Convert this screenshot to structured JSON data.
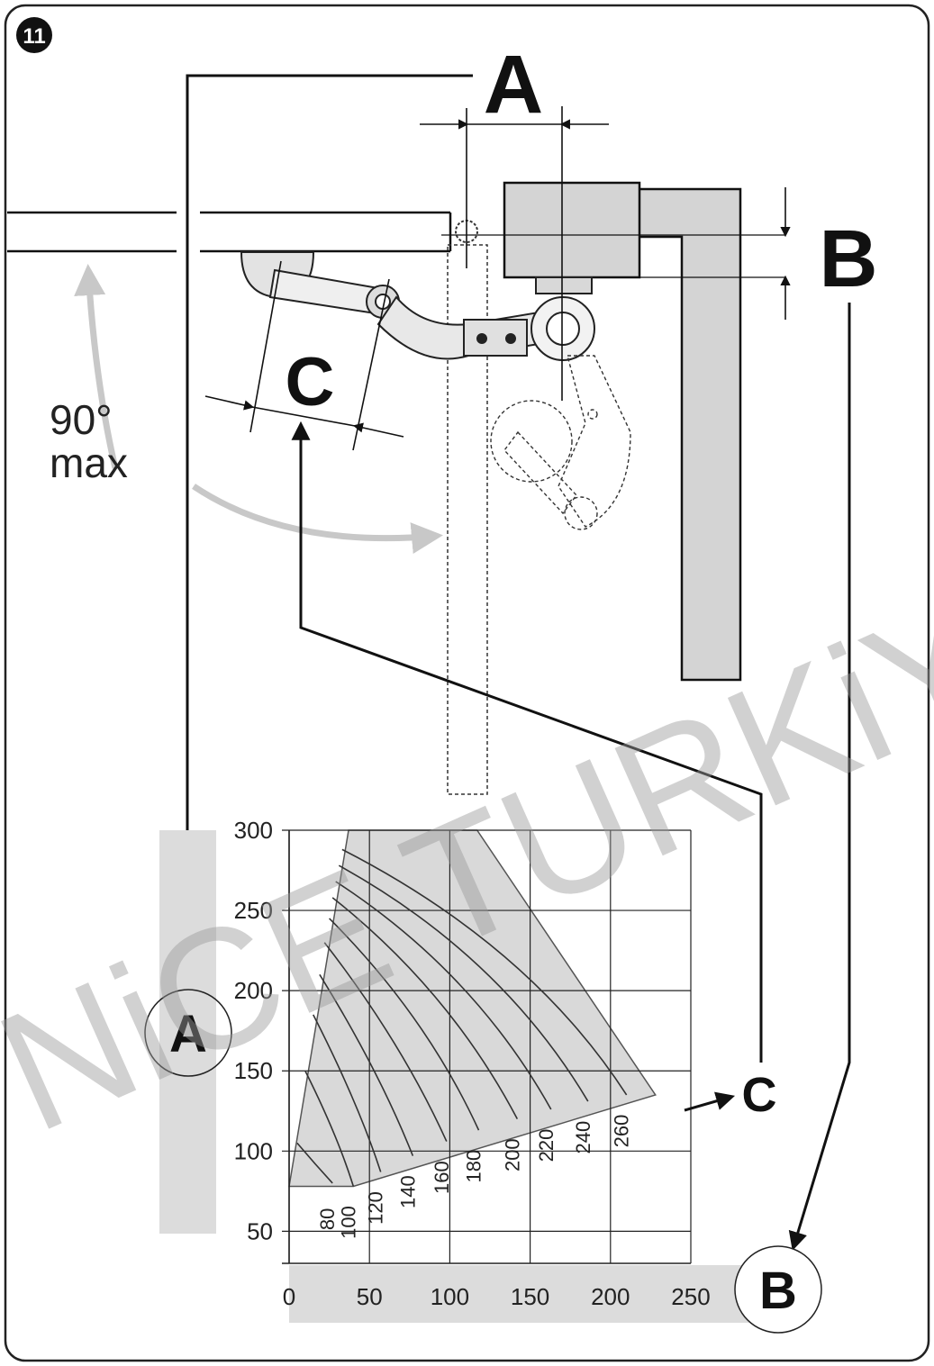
{
  "figure": {
    "number": "11"
  },
  "labels": {
    "A": "A",
    "B": "B",
    "C": "C"
  },
  "angle": {
    "value": "90°",
    "qualifier": "max"
  },
  "watermark": "NiCE TURKiYE",
  "chart_data": {
    "type": "area",
    "title": "",
    "xlabel": "B",
    "ylabel": "A",
    "xlim": [
      0,
      260
    ],
    "ylim": [
      30,
      300
    ],
    "x_ticks": [
      0,
      50,
      100,
      150,
      200,
      250
    ],
    "y_ticks": [
      50,
      100,
      150,
      200,
      250,
      300
    ],
    "x_tick_labels": [
      "0",
      "50",
      "100",
      "150",
      "200",
      "250"
    ],
    "y_tick_labels": [
      "50",
      "100",
      "150",
      "200",
      "250",
      "300"
    ],
    "grid": true,
    "region": {
      "polygon": [
        [
          0,
          78
        ],
        [
          37,
          300
        ],
        [
          117,
          300
        ],
        [
          228,
          135
        ],
        [
          40,
          78
        ]
      ],
      "color": "#d9d9d9"
    },
    "curves_parameter": "C",
    "curves": [
      {
        "label": "80",
        "points": [
          [
            5,
            105
          ],
          [
            16,
            92
          ],
          [
            27,
            80
          ]
        ]
      },
      {
        "label": "100",
        "points": [
          [
            10,
            150
          ],
          [
            30,
            110
          ],
          [
            40,
            78
          ]
        ]
      },
      {
        "label": "120",
        "points": [
          [
            15,
            185
          ],
          [
            43,
            130
          ],
          [
            57,
            87
          ]
        ]
      },
      {
        "label": "140",
        "points": [
          [
            19,
            210
          ],
          [
            56,
            150
          ],
          [
            77,
            97
          ]
        ]
      },
      {
        "label": "160",
        "points": [
          [
            22,
            230
          ],
          [
            70,
            168
          ],
          [
            98,
            106
          ]
        ]
      },
      {
        "label": "180",
        "points": [
          [
            25,
            245
          ],
          [
            85,
            185
          ],
          [
            118,
            113
          ]
        ]
      },
      {
        "label": "200",
        "points": [
          [
            27,
            258
          ],
          [
            100,
            200
          ],
          [
            142,
            120
          ]
        ]
      },
      {
        "label": "220",
        "points": [
          [
            29,
            268
          ],
          [
            115,
            212
          ],
          [
            163,
            126
          ]
        ]
      },
      {
        "label": "240",
        "points": [
          [
            31,
            278
          ],
          [
            132,
            222
          ],
          [
            186,
            131
          ]
        ]
      },
      {
        "label": "260",
        "points": [
          [
            33,
            288
          ],
          [
            150,
            228
          ],
          [
            210,
            135
          ]
        ]
      }
    ]
  }
}
